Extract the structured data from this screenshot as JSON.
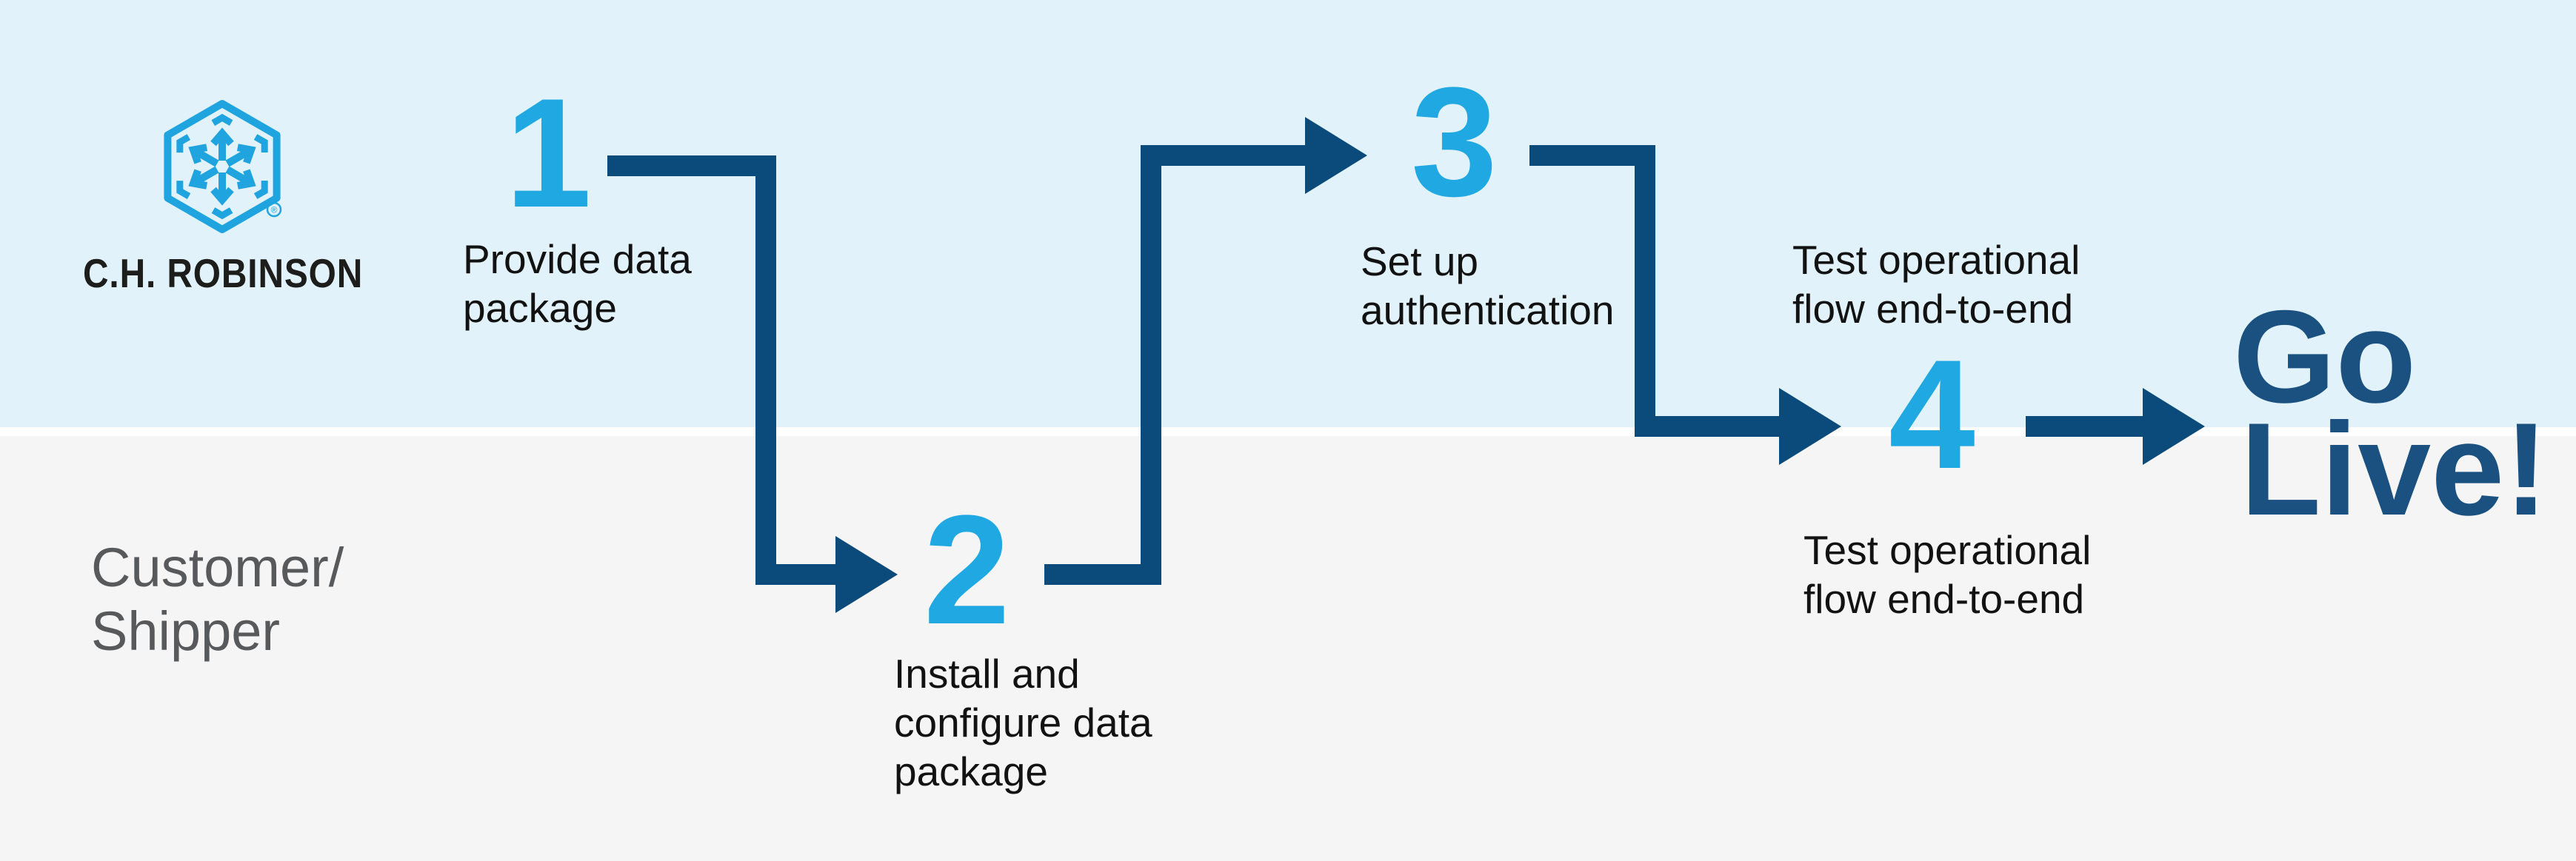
{
  "brand": {
    "wordmark": "C.H. ROBINSON",
    "registered_mark": "®",
    "logo_icon": "hexagon-cube-arrows-logo"
  },
  "lanes": {
    "top_owner": "C.H. Robinson",
    "bottom_label": {
      "l1": "Customer/",
      "l2": "Shipper"
    }
  },
  "steps": {
    "one": {
      "number": "1",
      "label": {
        "l1": "Provide data",
        "l2": "package"
      }
    },
    "two": {
      "number": "2",
      "label": {
        "l1": "Install and",
        "l2": "configure data",
        "l3": "package"
      }
    },
    "three": {
      "number": "3",
      "label": {
        "l1": "Set up",
        "l2": "authentication"
      }
    },
    "four": {
      "number": "4",
      "label_top": {
        "l1": "Test operational",
        "l2": "flow end-to-end"
      },
      "label_bottom": {
        "l1": "Test operational",
        "l2": "flow end-to-end"
      }
    }
  },
  "go_live": {
    "l1": "Go",
    "l2": "Live!"
  },
  "colors": {
    "accent_cyan": "#1fa8e1",
    "arrow_navy": "#0b4b7c",
    "go_live_navy": "#1b5180",
    "lane_top_bg": "#e1f2fa",
    "lane_bottom_bg": "#f5f5f6",
    "lane_label_gray": "#58595b",
    "label_black": "#121212",
    "divider_white": "#ffffff"
  }
}
